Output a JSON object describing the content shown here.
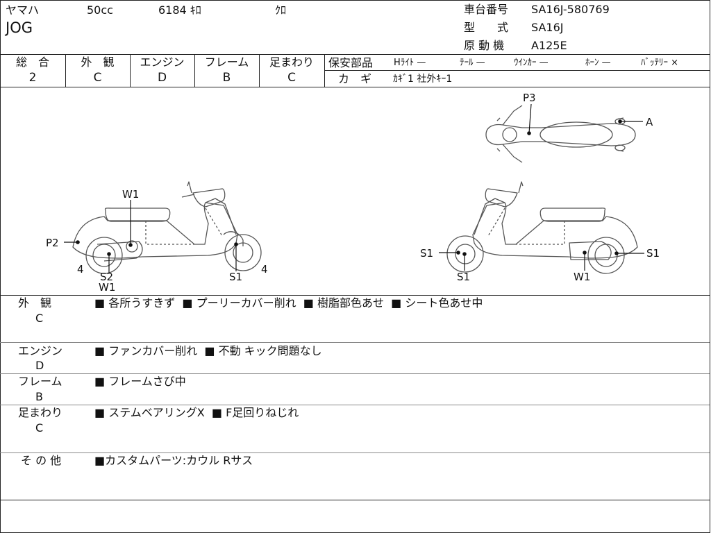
{
  "header": {
    "maker": "ヤマハ",
    "displacement": "50cc",
    "mileage": "6184 ｷﾛ",
    "color": "ｸﾛ",
    "model": "JOG",
    "frame_no_label": "車台番号",
    "frame_no": "SA16J-580769",
    "type_label": "型　　式",
    "type_value": "SA16J",
    "engine_label": "原 動 機",
    "engine_value": "A125E"
  },
  "grades": [
    {
      "label": "総　合",
      "value": "2"
    },
    {
      "label": "外　観",
      "value": "C"
    },
    {
      "label": "エンジン",
      "value": "D"
    },
    {
      "label": "フレーム",
      "value": "B"
    },
    {
      "label": "足まわり",
      "value": "C"
    }
  ],
  "safety": {
    "label": "保安部品",
    "items": [
      "Hﾗｲﾄ —",
      "ﾃｰﾙ —",
      "ｳｲﾝｶｰ —",
      "ﾎｰﾝ —",
      "ﾊﾞｯﾃﾘｰ ×"
    ],
    "key_label": "カ　ギ",
    "key_value": "ｶｷﾞ1 社外ｷｰ1"
  },
  "diagram_labels": {
    "left": {
      "w1_top": "W1",
      "p2": "P2",
      "four_left": "4",
      "s2": "S2",
      "w1_bottom": "W1",
      "s1": "S1",
      "four_right": "4"
    },
    "right": {
      "s1_left": "S1",
      "s1_bottom": "S1",
      "w1": "W1",
      "s1_right": "S1"
    },
    "top": {
      "p3": "P3",
      "a": "A"
    }
  },
  "sections": [
    {
      "label": "外　観",
      "grade": "C",
      "notes": [
        "各所うすきず",
        "プーリーカバー削れ",
        "樹脂部色あせ",
        "シート色あせ中"
      ]
    },
    {
      "label": "エンジン",
      "grade": "D",
      "notes": [
        "ファンカバー削れ",
        "不動 キック問題なし"
      ]
    },
    {
      "label": "フレーム",
      "grade": "B",
      "notes": [
        "フレームさび中"
      ]
    },
    {
      "label": "足まわり",
      "grade": "C",
      "notes": [
        "ステムベアリングX",
        "F足回りねじれ"
      ]
    },
    {
      "label": "そ の 他",
      "grade": "",
      "notes": [
        "カスタムパーツ:カウル Rサス"
      ]
    }
  ]
}
